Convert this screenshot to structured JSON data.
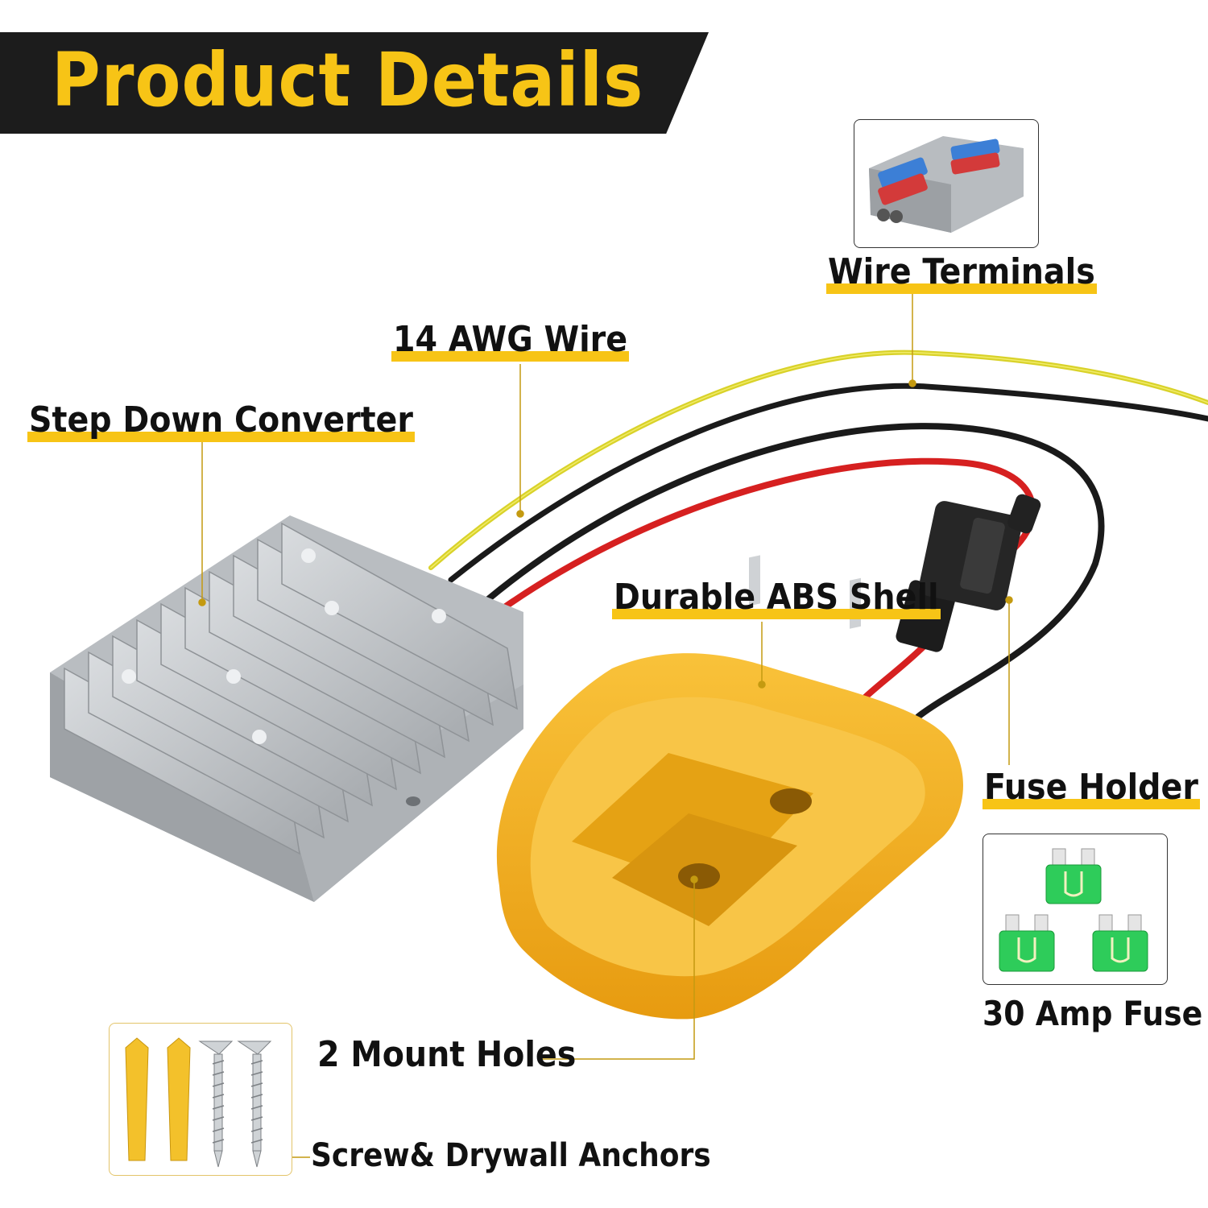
{
  "header": {
    "title": "Product Details"
  },
  "labels": {
    "wire_terminals": "Wire Terminals",
    "awg_wire": "14 AWG Wire",
    "converter": "Step Down Converter",
    "abs_shell": "Durable ABS Shell",
    "fuse_holder": "Fuse Holder",
    "fuse": "30 Amp Fuse",
    "mount_holes": "2 Mount Holes",
    "hardware": "Screw& Drywall Anchors"
  },
  "colors": {
    "accent": "#f7c416",
    "banner": "#1c1c1c",
    "adapter": "#f5b11c",
    "fuse": "#2ecc5a",
    "wire_red": "#d62020",
    "wire_black": "#1a1a1a",
    "wire_yellow": "#d9d22a"
  }
}
